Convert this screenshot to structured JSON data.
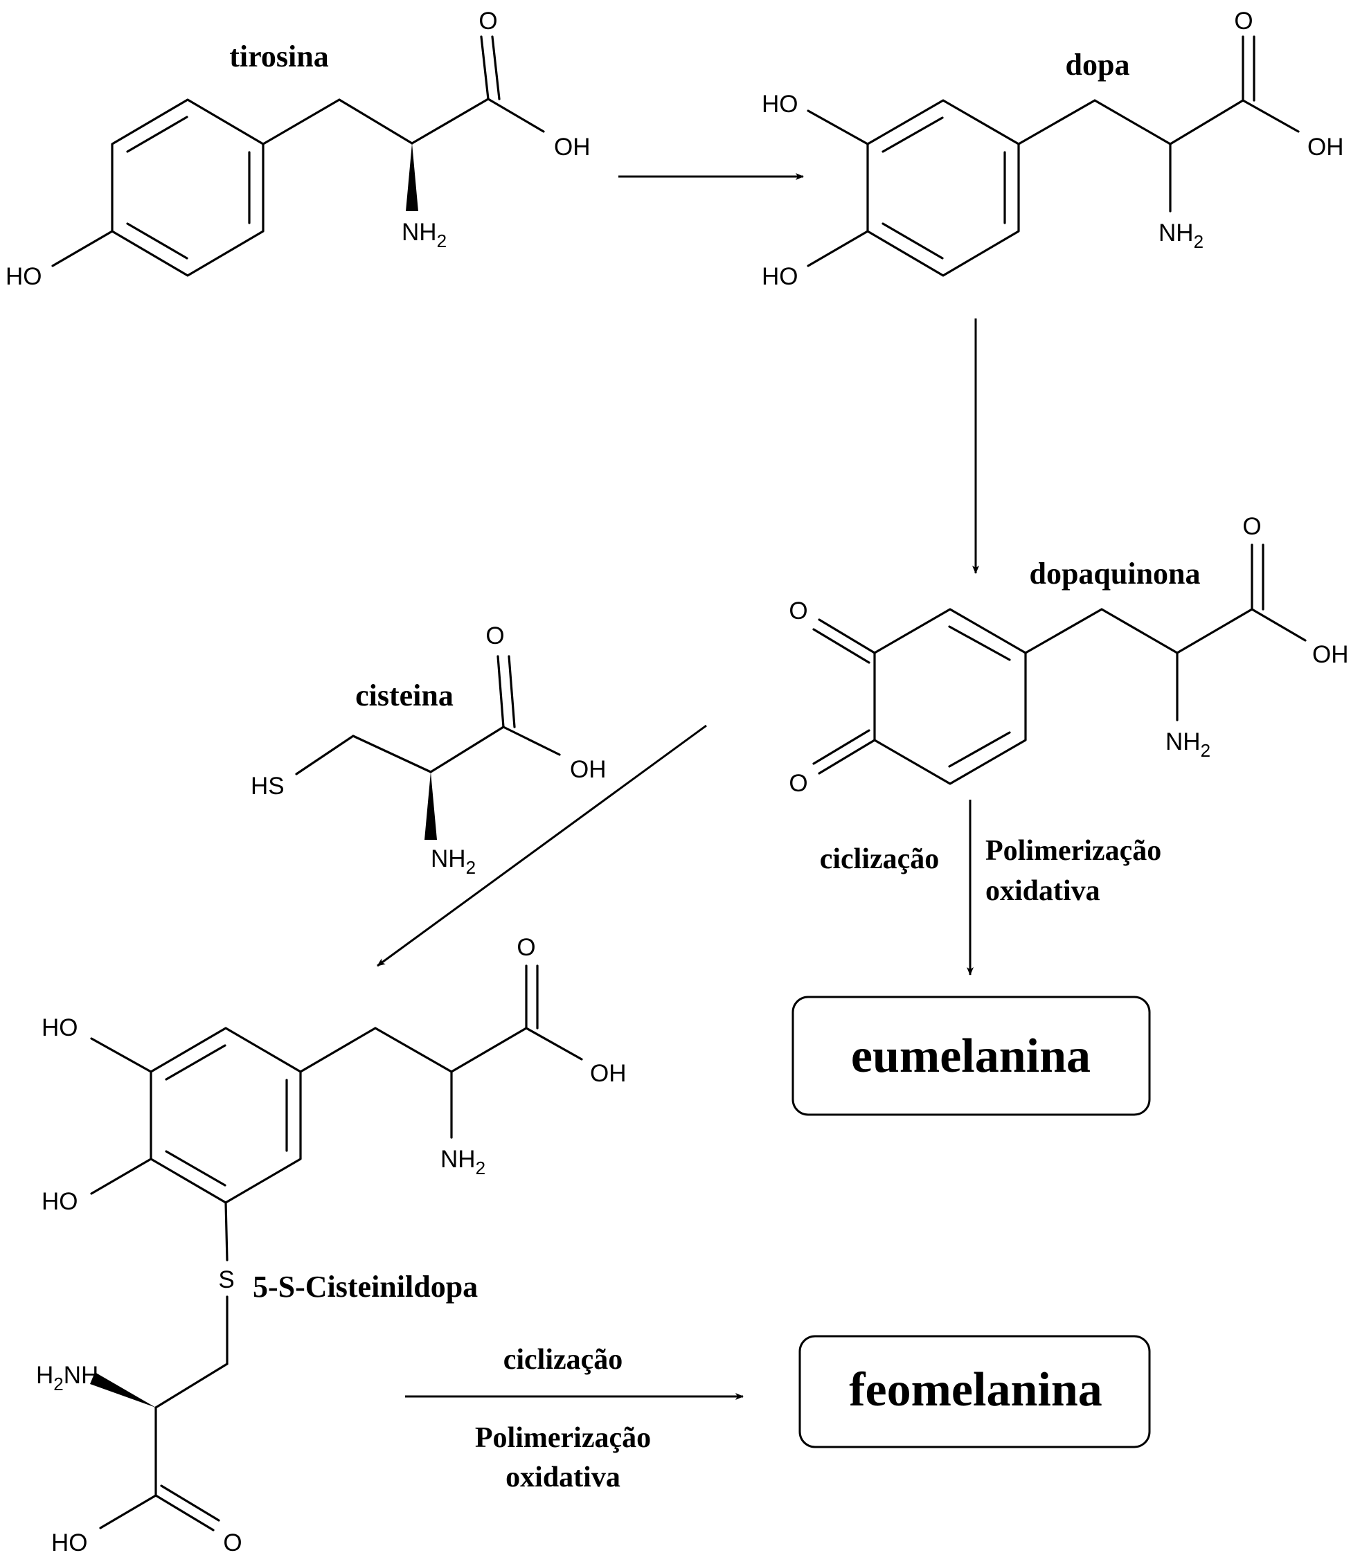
{
  "compounds": {
    "tirosina": "tirosina",
    "dopa": "dopa",
    "dopaquinona": "dopaquinona",
    "cisteina": "cisteina",
    "cisteinildopa": "5-S-Cisteinildopa"
  },
  "atoms": {
    "O": "O",
    "OH": "OH",
    "HO": "HO",
    "NH": "NH",
    "H2": "H",
    "sub2": "2",
    "HS": "HS",
    "S": "S"
  },
  "steps": {
    "ciclizacao": "ciclização",
    "polimerizacao": "Polimerização",
    "oxidativa": "oxidativa"
  },
  "products": {
    "eumelanina": "eumelanina",
    "feomelanina": "feomelanina"
  }
}
